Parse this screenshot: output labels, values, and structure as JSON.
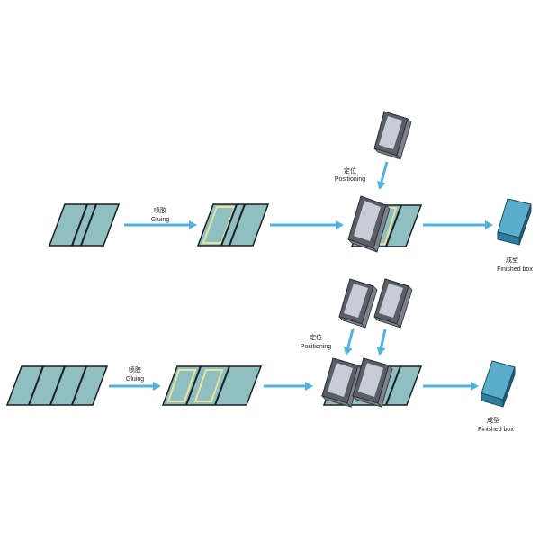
{
  "rows": [
    {
      "step1_cn": "喷胶",
      "step1_en": "Gluing",
      "step2_cn": "定位",
      "step2_en": "Positioning",
      "step3_cn": "成型",
      "step3_en": "Finished box"
    },
    {
      "step1_cn": "喷胶",
      "step1_en": "Gluing",
      "step2_cn": "定位",
      "step2_en": "Positioning",
      "step3_cn": "成型",
      "step3_en": "Finished box"
    }
  ],
  "colors": {
    "panel_fill": "#8fbfc1",
    "panel_stroke": "#1a1f24",
    "glue_outline": "#e8e4a0",
    "arrow": "#4fb2e3",
    "tray_dark": "#5a5e66",
    "tray_mid": "#7d828b",
    "tray_light": "#c7ccd6",
    "box_front": "#2e7f9e",
    "box_top": "#5aaecb",
    "box_side": "#1f5f78"
  }
}
